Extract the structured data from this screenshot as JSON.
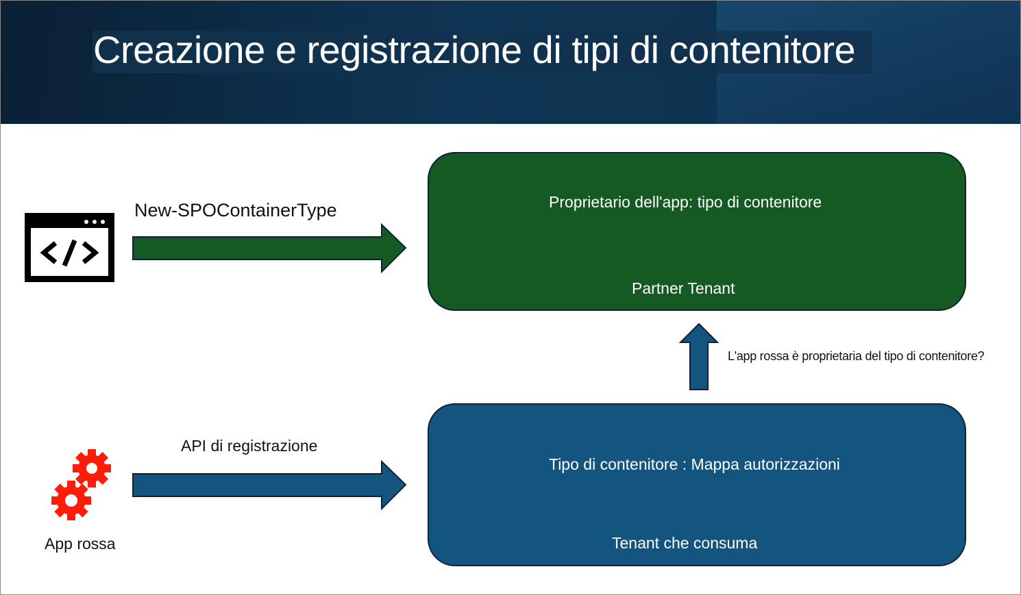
{
  "header": {
    "title": "Creazione e registrazione di tipi di contenitore"
  },
  "diagram": {
    "top_arrow_label": "New-SPOContainerType",
    "bottom_arrow_label": "API di registrazione",
    "app_label": "App rossa",
    "green_box": {
      "title": "Proprietario dell'app: tipo di contenitore",
      "footer": "Partner Tenant"
    },
    "blue_box": {
      "title": "Tipo di contenitore : Mappa autorizzazioni",
      "footer": "Tenant che consuma"
    },
    "question_label": "L'app rossa è proprietaria del tipo di contenitore?"
  },
  "colors": {
    "green": "#155a22",
    "blue": "#13557f",
    "red_gear": "#ff1d0a",
    "banner": "#0f3554"
  },
  "icons": [
    "code-window-icon",
    "gears-icon"
  ]
}
